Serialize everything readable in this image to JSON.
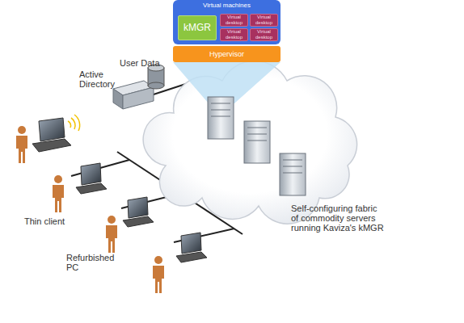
{
  "diagram": {
    "nodes": [
      {
        "text": [
          "Virtual machines"
        ]
      },
      {
        "text": [
          "kMGR"
        ],
        "in": 0
      },
      {
        "text": [
          "Virtual desktop"
        ],
        "in": 0
      },
      {
        "text": [
          "Virtual desktop"
        ],
        "in": 0
      },
      {
        "text": [
          "Virtual desktop"
        ],
        "in": 0
      },
      {
        "text": [
          "Virtual desktop"
        ],
        "in": 0
      },
      {
        "text": [
          "Hypervisor"
        ]
      }
    ],
    "labels": [
      "User Data",
      "Active Directory",
      "Thin client",
      "Refurbished PC",
      "Self-configuring fabric of commodity servers running Kaviza's kMGR"
    ]
  }
}
